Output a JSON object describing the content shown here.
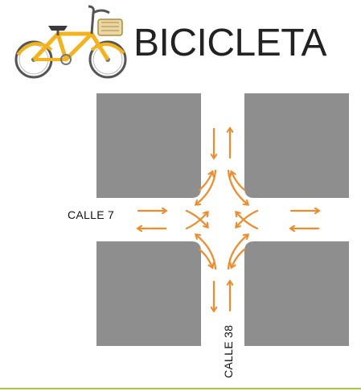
{
  "title": "BICICLETA",
  "streets": {
    "horizontal": "CALLE 7",
    "vertical": "CALLE 38"
  },
  "colors": {
    "block": "#8e8e8e",
    "arrow": "#f08a2a",
    "bike_frame": "#f4b21c",
    "accent_rule": "#9cc94a"
  },
  "icons": [
    "bicycle-icon",
    "arrow-icon"
  ]
}
